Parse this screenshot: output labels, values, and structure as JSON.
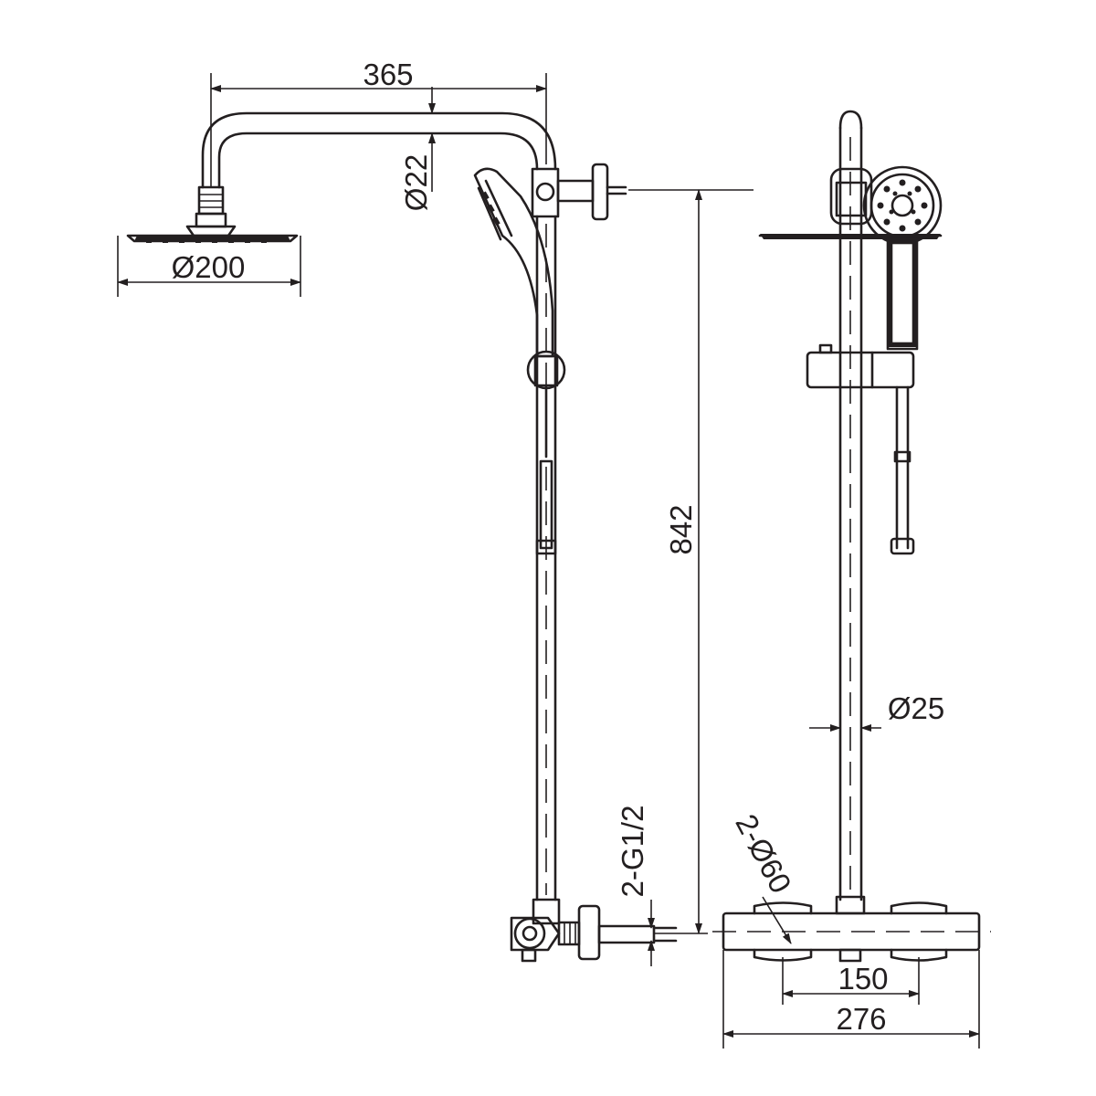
{
  "drawing": {
    "colors": {
      "line": "#231f20",
      "background": "#ffffff"
    },
    "dimensions": {
      "arm_length": "365",
      "arm_diameter": "Ø22",
      "head_diameter": "Ø200",
      "rail_height": "842",
      "rail_diameter": "Ø25",
      "inlet_thread": "2-G1/2",
      "handle_diameter": "2-Ø60",
      "inlet_centers": "150",
      "mixer_width": "276"
    }
  }
}
